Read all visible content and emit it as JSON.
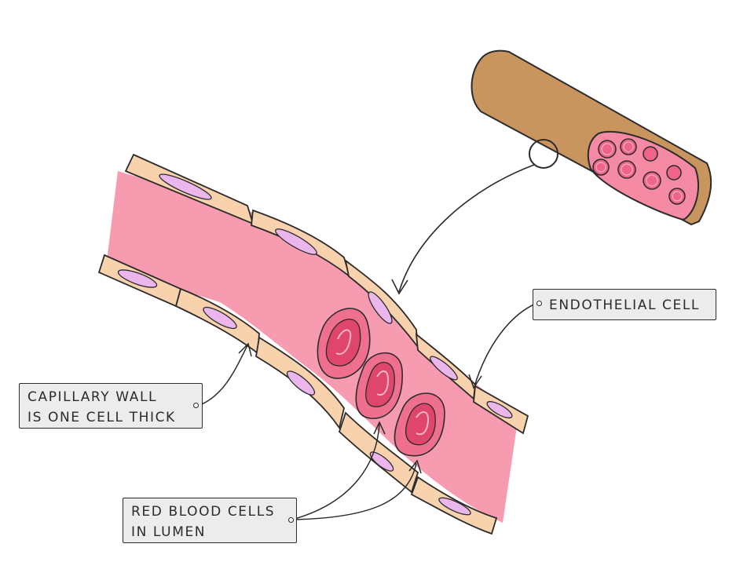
{
  "labels": {
    "endothelial_cell": "ENDOTHELIAL  CELL",
    "capillary_wall": [
      "CAPILLARY  WALL",
      "IS  ONE  CELL  THICK"
    ],
    "red_blood_cells": [
      "RED  BLOOD  CELLS",
      "IN  LUMEN"
    ]
  },
  "colors": {
    "lumen": "#f79bb0",
    "endothelial_cell": "#f8d2ad",
    "nucleus": "#eab6ec",
    "red_blood_cell_outer": "#ef6f8f",
    "red_blood_cell_inner": "#e0456d",
    "vessel_outer": "#c9955f",
    "outline": "#2b2b2b",
    "label_bg": "#ececec"
  }
}
